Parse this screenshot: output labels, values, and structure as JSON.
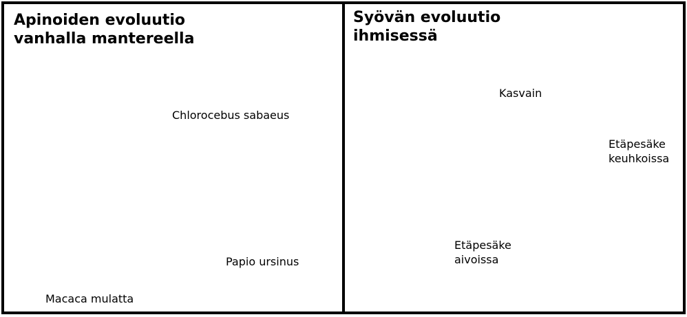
{
  "left": {
    "title_line1": "Apinoiden evoluutio",
    "title_line2": "vanhalla mantereella",
    "species": [
      {
        "label": "Chlorocebus sabaeus"
      },
      {
        "label": "Papio ursinus"
      },
      {
        "label": "Macaca mulatta"
      }
    ]
  },
  "right": {
    "title_line1": "Syövän evoluutio",
    "title_line2": "ihmisessä",
    "tumor_label": "Kasvain",
    "lung_met_line1": "Etäpesäke",
    "lung_met_line2": "keuhkoissa",
    "brain_met_line1": "Etäpesäke",
    "brain_met_line2": "aivoissa"
  },
  "colors": {
    "tumor_cell": "#e8b07a",
    "nucleus": "#2e96b8",
    "lung_cell": "#f0a0a8",
    "brain_cell": "#f2dc55",
    "vervet_fur": "#d3cba2",
    "baboon_fur": "#9b7a63",
    "macaque_fur": "#c2a488"
  }
}
